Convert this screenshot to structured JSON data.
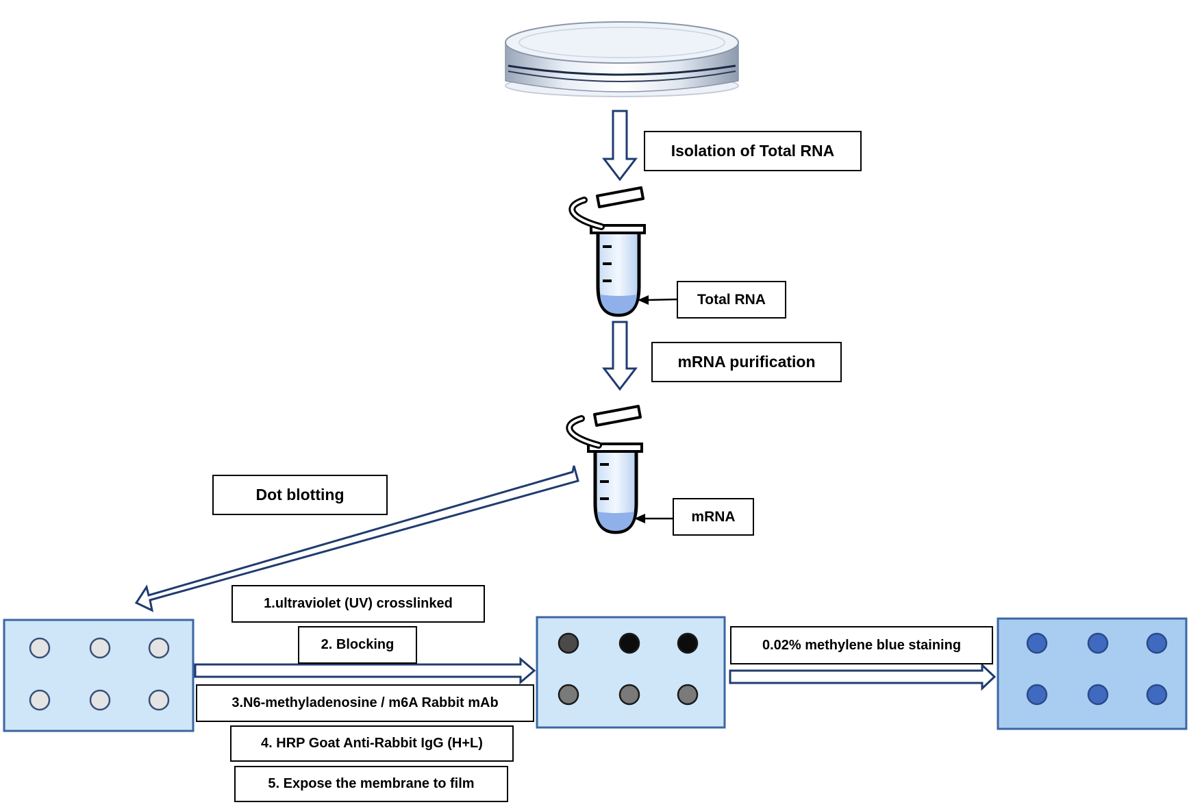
{
  "labels": {
    "isolation": "Isolation of Total RNA",
    "total_rna": "Total RNA",
    "mrna_purification": "mRNA purification",
    "mrna": "mRNA",
    "dot_blotting": "Dot blotting",
    "step1": "1.ultraviolet (UV) crosslinked",
    "step2": "2. Blocking",
    "step3": "3.N6-methyladenosine / m6A Rabbit mAb",
    "step4": "4. HRP Goat Anti-Rabbit IgG (H+L)",
    "step5": "5. Expose the membrane to film",
    "staining": "0.02% methylene blue staining"
  },
  "colors": {
    "arrow_outline": "#1f3b70",
    "membrane_fill": "#cfe6f8",
    "membrane_border": "#3b66a3",
    "membrane_stained_fill": "#a9cdf0",
    "dot_empty": "#e4e4e4",
    "dot_dark": "#111111",
    "dot_gray": "#7a7a7a",
    "dot_blue": "#3f6ac0",
    "rna_fill": "#8fb0e8"
  }
}
